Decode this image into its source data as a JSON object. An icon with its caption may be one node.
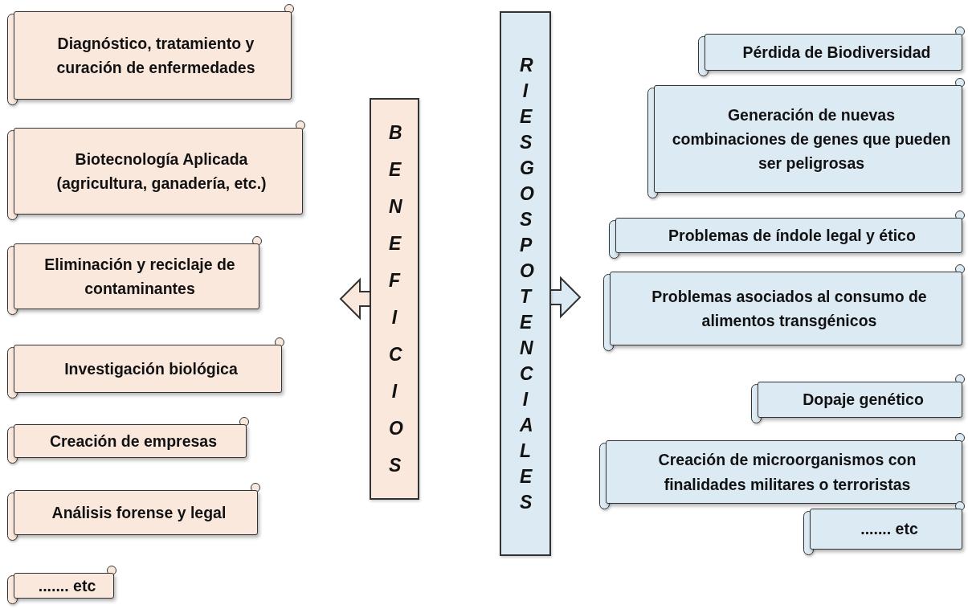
{
  "diagram": {
    "nodes": [
      {
        "text": [
          "BENEFICIOS"
        ]
      },
      {
        "text": [
          "Diagnóstico, tratamiento y curación de enfermedades"
        ]
      },
      {
        "text": [
          "Biotecnología Aplicada (agricultura, ganadería, etc.)"
        ]
      },
      {
        "text": [
          "Eliminación y reciclaje de contaminantes"
        ]
      },
      {
        "text": [
          "Investigación biológica"
        ]
      },
      {
        "text": [
          "Creación de empresas"
        ]
      },
      {
        "text": [
          "Análisis forense y legal"
        ]
      },
      {
        "text": [
          "....... etc"
        ]
      },
      {
        "text": [
          "RIESGOS POTENCIALES"
        ]
      },
      {
        "text": [
          "Pérdida de Biodiversidad"
        ]
      },
      {
        "text": [
          "Generación de nuevas combinaciones de genes que pueden ser peligrosas"
        ]
      },
      {
        "text": [
          "Problemas de índole legal y ético"
        ]
      },
      {
        "text": [
          "Problemas asociados al consumo de alimentos transgénicos"
        ]
      },
      {
        "text": [
          "Dopaje genético"
        ]
      },
      {
        "text": [
          "Creación de microorganismos con finalidades militares o terroristas"
        ]
      },
      {
        "text": [
          "....... etc"
        ]
      }
    ],
    "edges": [
      {
        "from": 0,
        "to": null,
        "arrow": "to",
        "color": "#fbe8dd"
      },
      {
        "from": 8,
        "to": null,
        "arrow": "to",
        "color": "#dceaf4"
      }
    ]
  }
}
